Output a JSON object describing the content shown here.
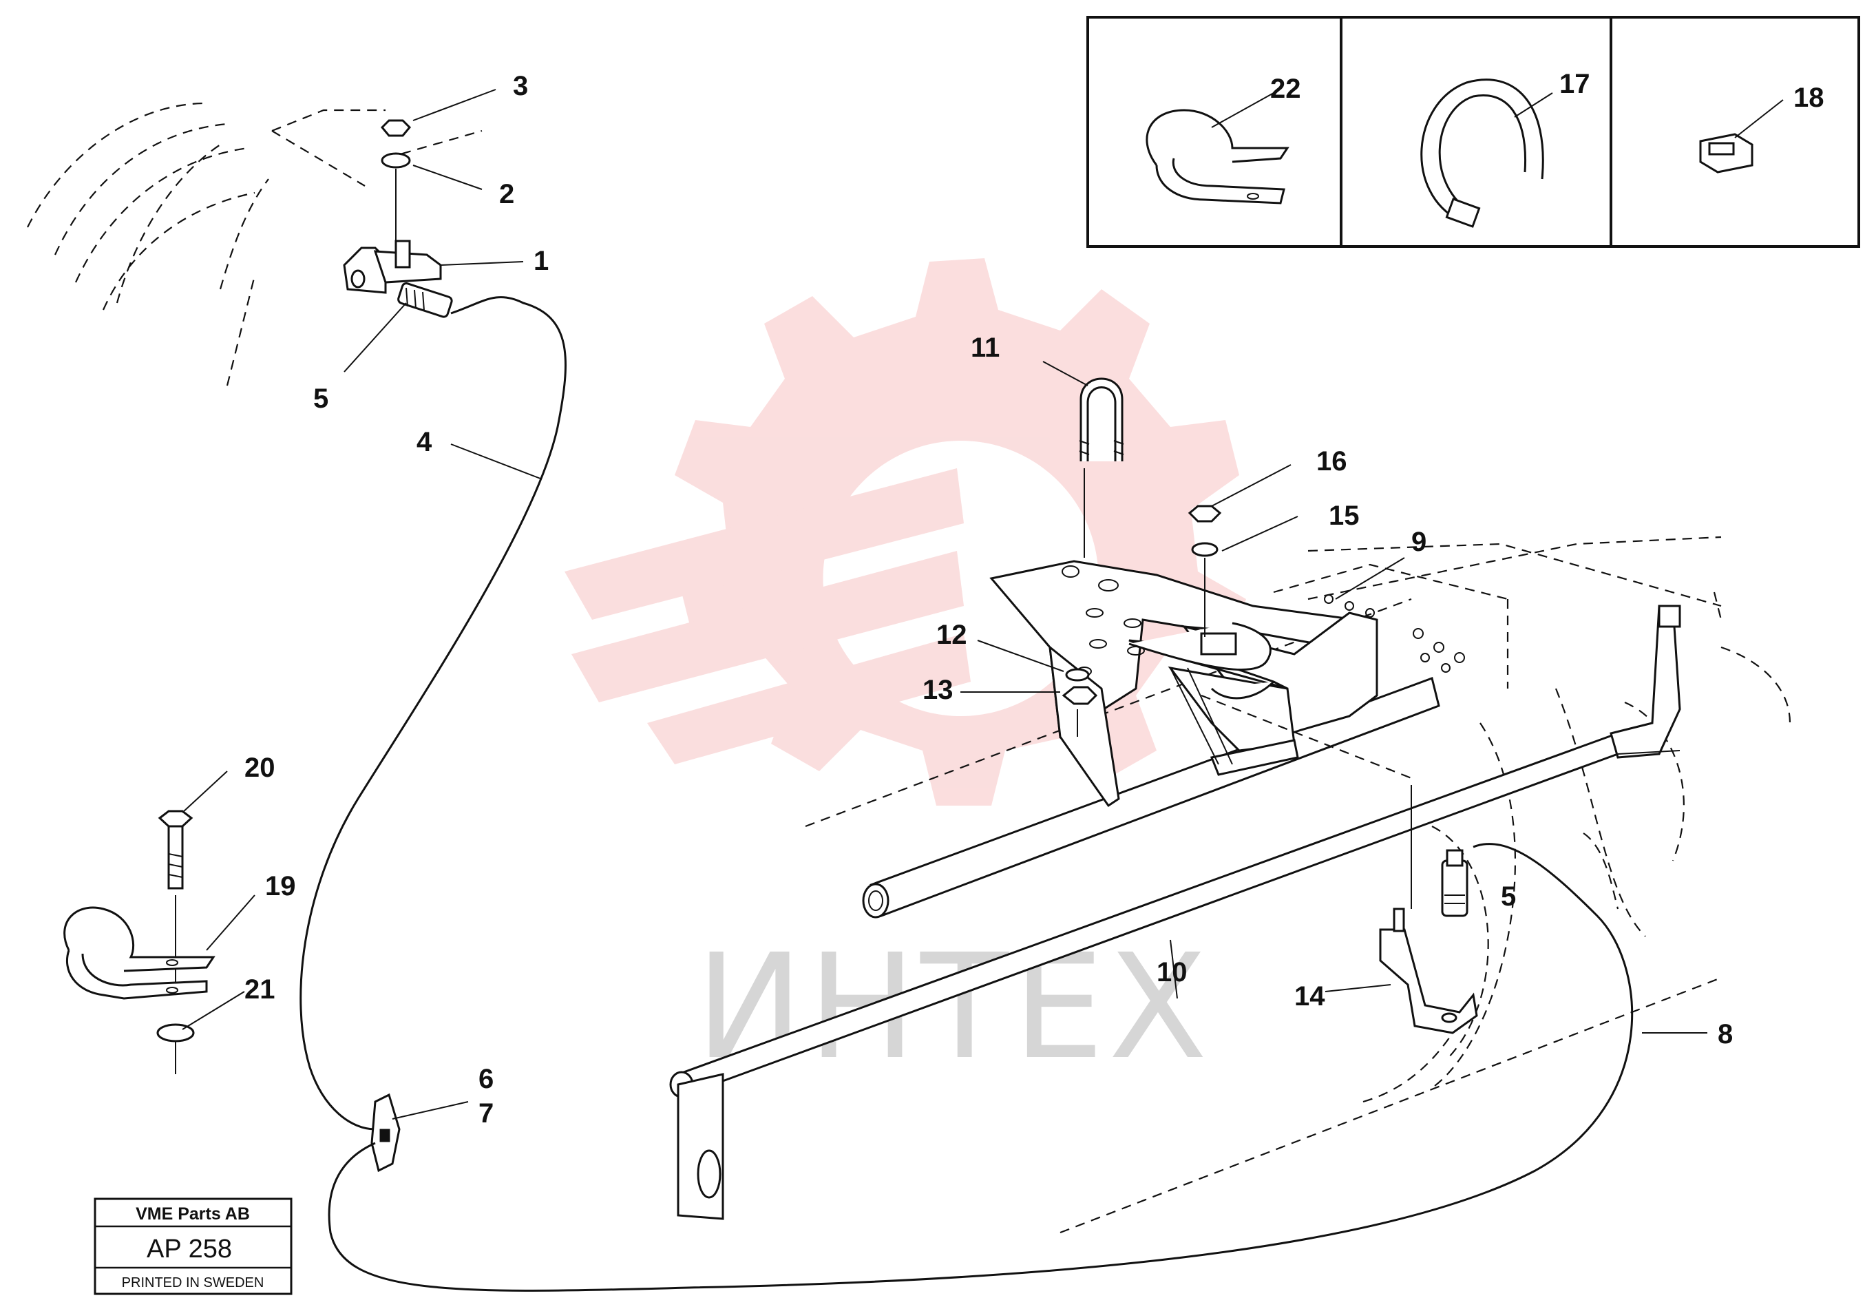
{
  "watermark": {
    "text": "ИНТЕХ",
    "color": "#f08a8a"
  },
  "callouts": {
    "p1": "1",
    "p2": "2",
    "p3": "3",
    "p4": "4",
    "p5a": "5",
    "p5b": "5",
    "p6": "6",
    "p7": "7",
    "p8": "8",
    "p9": "9",
    "p10": "10",
    "p11": "11",
    "p12": "12",
    "p13": "13",
    "p14": "14",
    "p15": "15",
    "p16": "16",
    "p17": "17",
    "p18": "18",
    "p19": "19",
    "p20": "20",
    "p21": "21",
    "p22": "22"
  },
  "stamp": {
    "company": "VME Parts AB",
    "code": "AP 258",
    "footer": "PRINTED IN SWEDEN"
  }
}
